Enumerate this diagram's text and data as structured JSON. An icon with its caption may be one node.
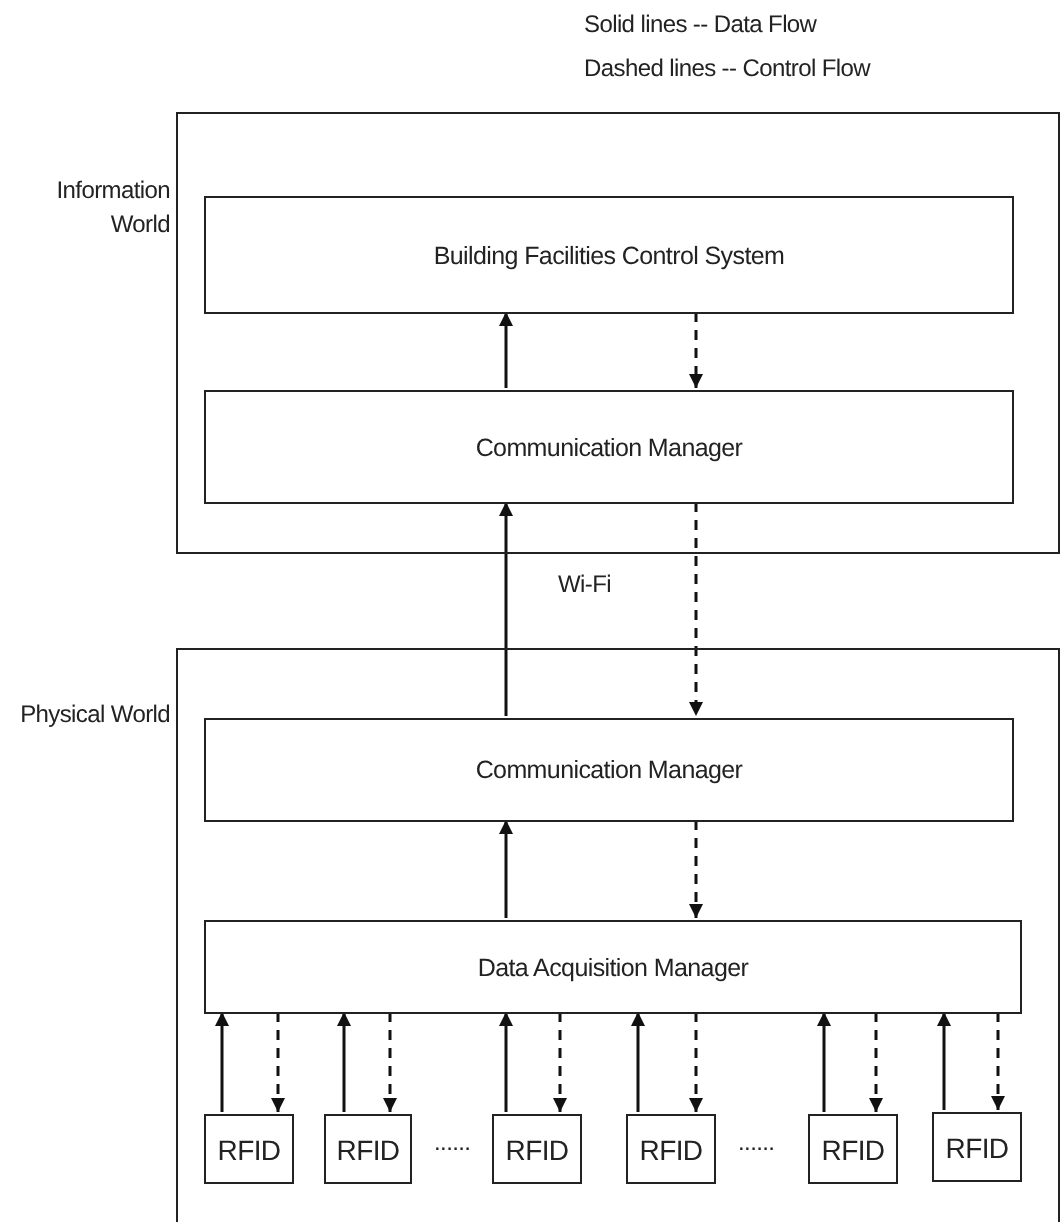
{
  "diagram": {
    "nodes": [
      {
        "text": [
          "Information World"
        ]
      },
      {
        "text": [
          "Building Facilities Control System"
        ],
        "in": 0
      },
      {
        "text": [
          "Communication Manager"
        ],
        "in": 0
      },
      {
        "text": [
          "Physical World"
        ]
      },
      {
        "text": [
          "Communication Manager"
        ],
        "in": 3
      },
      {
        "text": [
          "Data Acquisition Manager"
        ],
        "in": 3
      },
      {
        "text": [
          "RFID"
        ],
        "in": 3
      },
      {
        "text": [
          "RFID"
        ],
        "in": 3
      },
      {
        "text": [
          "RFID"
        ],
        "in": 3
      },
      {
        "text": [
          "RFID"
        ],
        "in": 3
      },
      {
        "text": [
          "RFID"
        ],
        "in": 3
      },
      {
        "text": [
          "RFID"
        ],
        "in": 3
      }
    ],
    "edges": [
      {
        "from": 2,
        "to": 1,
        "arrow": "to"
      },
      {
        "from": 1,
        "to": 2,
        "arrow": "to",
        "style": "dashed"
      },
      {
        "from": 4,
        "to": 2,
        "arrow": "to"
      },
      {
        "from": 2,
        "to": 4,
        "arrow": "to",
        "style": "dashed"
      },
      {
        "from": 5,
        "to": 4,
        "arrow": "to"
      },
      {
        "from": 4,
        "to": 5,
        "arrow": "to",
        "style": "dashed"
      },
      {
        "from": 6,
        "to": 5,
        "arrow": "to"
      },
      {
        "from": 5,
        "to": 6,
        "arrow": "to",
        "style": "dashed"
      },
      {
        "from": 7,
        "to": 5,
        "arrow": "to"
      },
      {
        "from": 5,
        "to": 7,
        "arrow": "to",
        "style": "dashed"
      },
      {
        "from": 8,
        "to": 5,
        "arrow": "to"
      },
      {
        "from": 5,
        "to": 8,
        "arrow": "to",
        "style": "dashed"
      },
      {
        "from": 9,
        "to": 5,
        "arrow": "to"
      },
      {
        "from": 5,
        "to": 9,
        "arrow": "to",
        "style": "dashed"
      },
      {
        "from": 10,
        "to": 5,
        "arrow": "to"
      },
      {
        "from": 5,
        "to": 10,
        "arrow": "to",
        "style": "dashed"
      },
      {
        "from": 11,
        "to": 5,
        "arrow": "to"
      },
      {
        "from": 5,
        "to": 11,
        "arrow": "to",
        "style": "dashed"
      }
    ],
    "labels": [
      "Solid lines -- Data Flow",
      "Dashed lines -- Control Flow",
      "Wi-Fi",
      "......",
      "......"
    ]
  }
}
